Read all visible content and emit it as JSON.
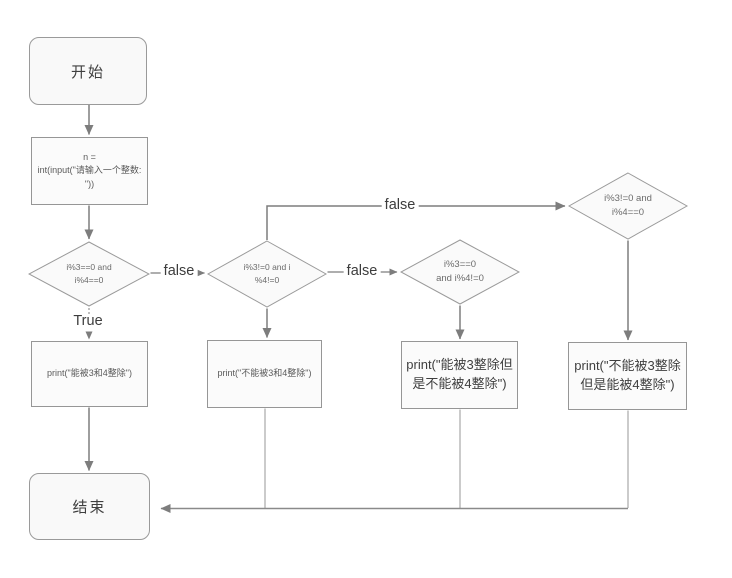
{
  "flowchart": {
    "nodes": {
      "start": {
        "label": "开始"
      },
      "input": {
        "label": "n =\nint(input(\"请输入一个整数:\n\"))"
      },
      "decision_div_both": {
        "label": "i%3==0 and\ni%4==0"
      },
      "decision_div_neither": {
        "label": "i%3!=0 and i\n%4!=0"
      },
      "decision_3_not_4": {
        "label": "i%3==0\nand i%4!=0"
      },
      "decision_not_3_4": {
        "label": "i%3!=0 and\ni%4==0"
      },
      "print_both": {
        "label": "print(\"能被3和4整除\")"
      },
      "print_neither": {
        "label": "print(\"不能被3和4整除\")"
      },
      "print_3_not_4": {
        "label": "print(\"能被3整除但\n是不能被4整除\")"
      },
      "print_not_3_4": {
        "label": "print(\"不能被3整除\n但是能被4整除\")"
      },
      "end": {
        "label": "结束"
      }
    },
    "edge_labels": {
      "decision1_true": "True",
      "decision1_false": "false",
      "decision2_false": "false",
      "decision2_top_false": "false"
    },
    "colors": {
      "line": "#7d7d7d",
      "line_light": "#a8a8a8",
      "node_border": "#969696",
      "node_fill": "#fbfbfb",
      "diamond_fill": "#fafafa",
      "text_dark": "#3d3d3d",
      "text_code": "#5a5a5a"
    }
  }
}
